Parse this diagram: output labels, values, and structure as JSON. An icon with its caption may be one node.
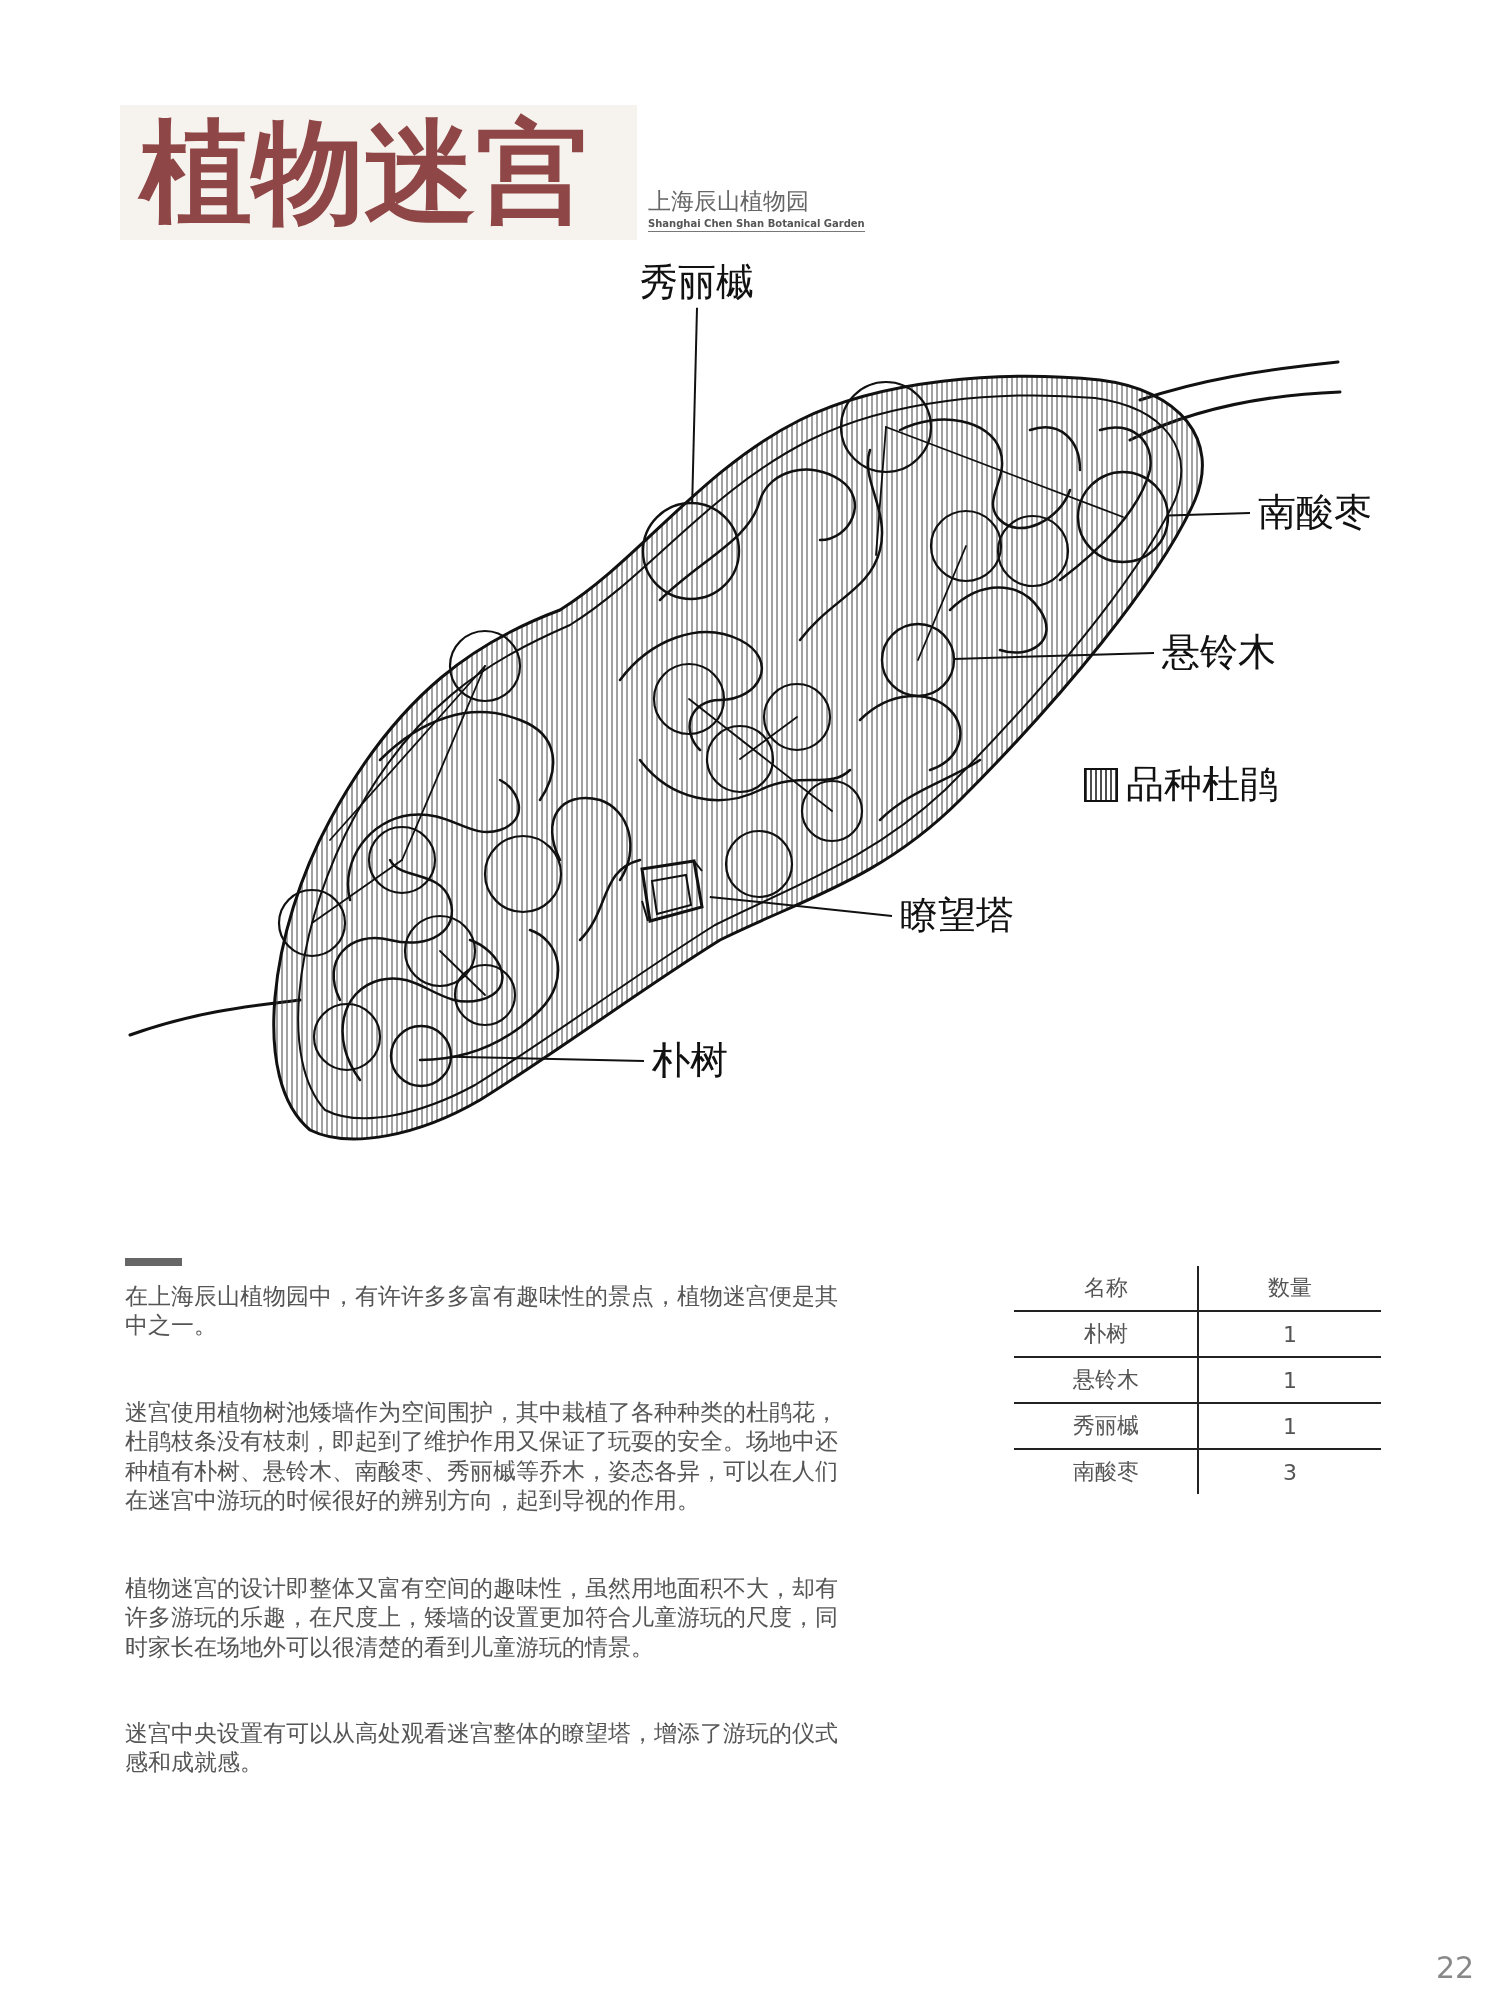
{
  "diagram": {
    "title": "植物迷宫",
    "nodes": [
      {
        "text": [
          "秀丽槭"
        ]
      },
      {
        "text": [],
        "shape": "circle"
      },
      {
        "text": [
          "南酸枣"
        ]
      },
      {
        "text": [],
        "shape": "circle"
      },
      {
        "text": [
          "悬铃木"
        ]
      },
      {
        "text": [],
        "shape": "circle"
      },
      {
        "text": [
          "瞭望塔"
        ]
      },
      {
        "text": [],
        "shape": "picture"
      },
      {
        "text": [
          "朴树"
        ]
      },
      {
        "text": [],
        "shape": "circle"
      }
    ],
    "edges": [
      {
        "from": 0,
        "to": 1,
        "arrow": "none"
      },
      {
        "from": 2,
        "to": 3,
        "arrow": "none"
      },
      {
        "from": 4,
        "to": 5,
        "arrow": "none"
      },
      {
        "from": 6,
        "to": 7,
        "arrow": "none"
      },
      {
        "from": 8,
        "to": 9,
        "arrow": "none"
      }
    ],
    "labels": [
      "上海辰山植物园",
      "Shanghai Chen Shan Botanical Garden",
      "在上海辰山植物园中，有许许多多富有趣味性的景点，植物迷宫便是其中之一。",
      "迷宫使用植物树池矮墙作为空间围护，其中栽植了各种种类的杜鹃花，杜鹃枝条没有枝刺，即起到了维护作用又保证了玩耍的安全。场地中还种植有朴树、悬铃木、南酸枣、秀丽槭等乔木，姿态各异，可以在人们在迷宫中游玩的时候很好的辨别方向，起到导视的作用。",
      "植物迷宫的设计即整体又富有空间的趣味性，虽然用地面积不大，却有许多游玩的乐趣，在尺度上，矮墙的设置更加符合儿童游玩的尺度，同时家长在场地外可以很清楚的看到儿童游玩的情景。",
      "迷宫中央设置有可以从高处观看迷宫整体的瞭望塔，增添了游玩的仪式感和成就感。",
      "名称",
      "数量",
      "朴树",
      "1",
      "悬铃木",
      "1",
      "秀丽槭",
      "1",
      "南酸枣",
      "3",
      "22"
    ],
    "legend": [
      {
        "text": "品种杜鹃"
      }
    ]
  }
}
